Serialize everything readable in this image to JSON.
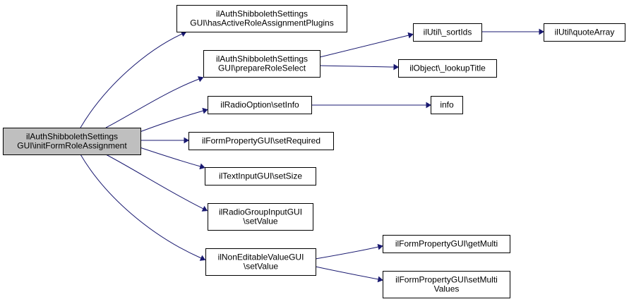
{
  "nodes": [
    {
      "id": "root",
      "lines": [
        "ilAuthShibbolethSettings",
        "GUI\\initFormRoleAssignment"
      ]
    },
    {
      "id": "hasActive",
      "lines": [
        "ilAuthShibbolethSettings",
        "GUI\\hasActiveRoleAssignmentPlugins"
      ]
    },
    {
      "id": "prepare",
      "lines": [
        "ilAuthShibbolethSettings",
        "GUI\\prepareRoleSelect"
      ]
    },
    {
      "id": "setInfo",
      "lines": [
        "ilRadioOption\\setInfo"
      ]
    },
    {
      "id": "setRequired",
      "lines": [
        "ilFormPropertyGUI\\setRequired"
      ]
    },
    {
      "id": "setSize",
      "lines": [
        "ilTextInputGUI\\setSize"
      ]
    },
    {
      "id": "radioGroupSetValue",
      "lines": [
        "ilRadioGroupInputGUI",
        "\\setValue"
      ]
    },
    {
      "id": "nonEditSetValue",
      "lines": [
        "ilNonEditableValueGUI",
        "\\setValue"
      ]
    },
    {
      "id": "sortIds",
      "lines": [
        "ilUtil\\_sortIds"
      ]
    },
    {
      "id": "quoteArray",
      "lines": [
        "ilUtil\\quoteArray"
      ]
    },
    {
      "id": "lookupTitle",
      "lines": [
        "ilObject\\_lookupTitle"
      ]
    },
    {
      "id": "info",
      "lines": [
        "info"
      ]
    },
    {
      "id": "getMulti",
      "lines": [
        "ilFormPropertyGUI\\getMulti"
      ]
    },
    {
      "id": "setMultiValues",
      "lines": [
        "ilFormPropertyGUI\\setMulti",
        "Values"
      ]
    }
  ],
  "edges": [
    {
      "from": "root",
      "to": "hasActive"
    },
    {
      "from": "root",
      "to": "prepare"
    },
    {
      "from": "root",
      "to": "setInfo"
    },
    {
      "from": "root",
      "to": "setRequired"
    },
    {
      "from": "root",
      "to": "setSize"
    },
    {
      "from": "root",
      "to": "radioGroupSetValue"
    },
    {
      "from": "root",
      "to": "nonEditSetValue"
    },
    {
      "from": "prepare",
      "to": "sortIds"
    },
    {
      "from": "prepare",
      "to": "lookupTitle"
    },
    {
      "from": "sortIds",
      "to": "quoteArray"
    },
    {
      "from": "setInfo",
      "to": "info"
    },
    {
      "from": "nonEditSetValue",
      "to": "getMulti"
    },
    {
      "from": "nonEditSetValue",
      "to": "setMultiValues"
    }
  ]
}
